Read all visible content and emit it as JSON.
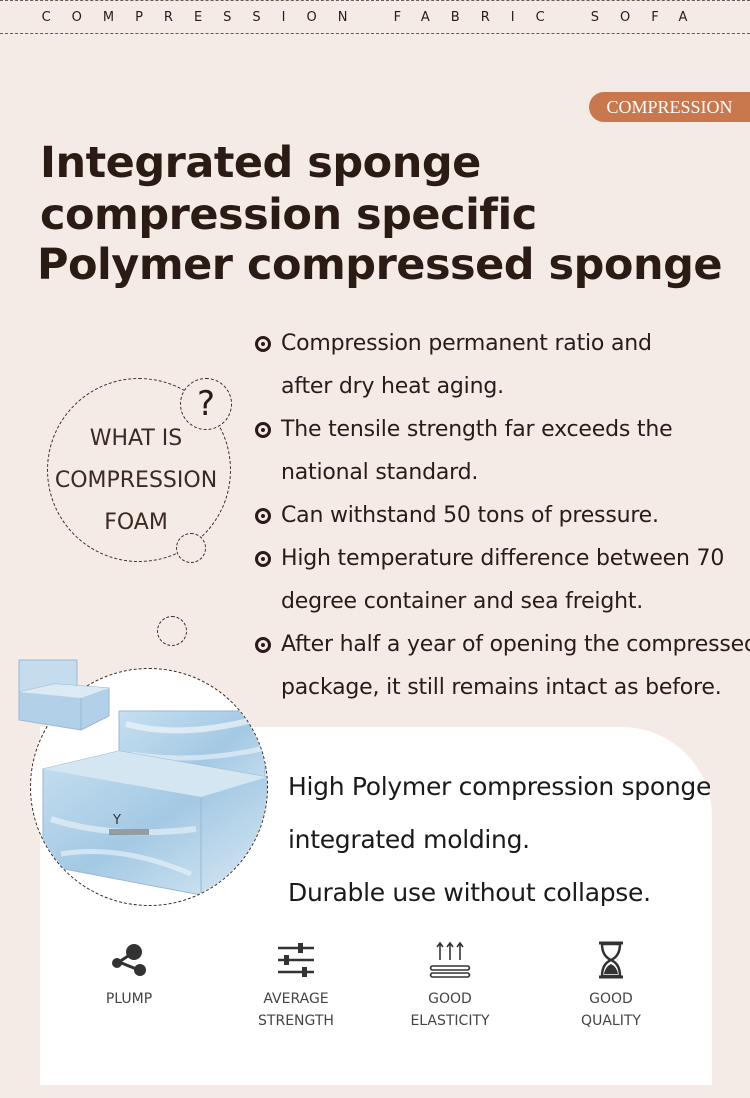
{
  "header": {
    "strip_text": "COMPRESSION FABRIC SOFA"
  },
  "badge": {
    "label": "COMPRESSION"
  },
  "title": {
    "line1": "Integrated sponge",
    "line2": "compression specific",
    "line3": "Polymer compressed sponge"
  },
  "bubble": {
    "question": "?",
    "line1": "WHAT IS",
    "line2": "COMPRESSION",
    "line3": "FOAM"
  },
  "bullets": [
    {
      "line1": "Compression permanent ratio and",
      "line2": "after dry heat aging."
    },
    {
      "line1": "The tensile strength far exceeds the",
      "line2": "national standard."
    },
    {
      "line1": "Can withstand 50 tons of pressure.",
      "line2": ""
    },
    {
      "line1": "High temperature difference between 70",
      "line2": "degree container and sea freight."
    },
    {
      "line1": "After half a year of opening the compressed",
      "line2": "package, it still remains intact as before."
    }
  ],
  "card": {
    "line1": "High Polymer compression sponge",
    "line2": "integrated molding.",
    "line3": "Durable use without collapse."
  },
  "features": [
    {
      "icon": "molecule-icon",
      "line1": "PLUMP",
      "line2": ""
    },
    {
      "icon": "sliders-icon",
      "line1": "AVERAGE",
      "line2": "STRENGTH"
    },
    {
      "icon": "spring-layers-icon",
      "line1": "GOOD",
      "line2": "ELASTICITY"
    },
    {
      "icon": "hourglass-icon",
      "line1": "GOOD",
      "line2": "QUALITY"
    }
  ],
  "colors": {
    "background": "#f4ebe6",
    "accent": "#c9784d",
    "text": "#2b1b15",
    "card": "#ffffff",
    "sofa": "#a9cde6"
  }
}
